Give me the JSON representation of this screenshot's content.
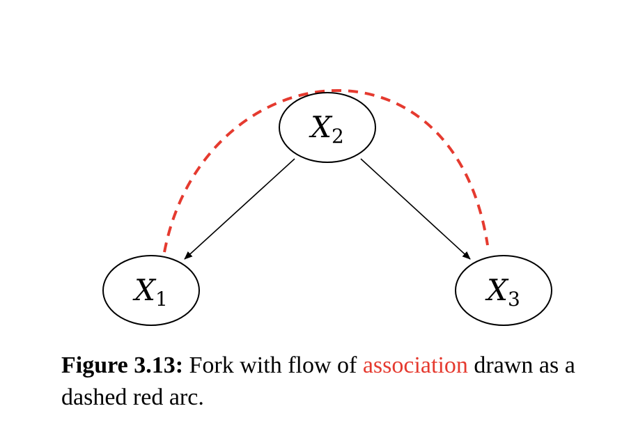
{
  "diagram": {
    "nodes": [
      {
        "id": "x2",
        "label": "X",
        "subscript": "2"
      },
      {
        "id": "x1",
        "label": "X",
        "subscript": "1"
      },
      {
        "id": "x3",
        "label": "X",
        "subscript": "3"
      }
    ],
    "edges": [
      {
        "from": "x2",
        "to": "x1",
        "style": "solid-arrow"
      },
      {
        "from": "x2",
        "to": "x3",
        "style": "solid-arrow"
      }
    ],
    "association_arc": {
      "between": [
        "x1",
        "x3"
      ],
      "style": "dashed",
      "color": "#e53a2f"
    }
  },
  "caption": {
    "label": "Figure 3.13:",
    "text_before": " Fork with flow of ",
    "highlight": "association",
    "text_after": " drawn as a dashed red arc.",
    "highlight_color": "#e53a2f"
  }
}
